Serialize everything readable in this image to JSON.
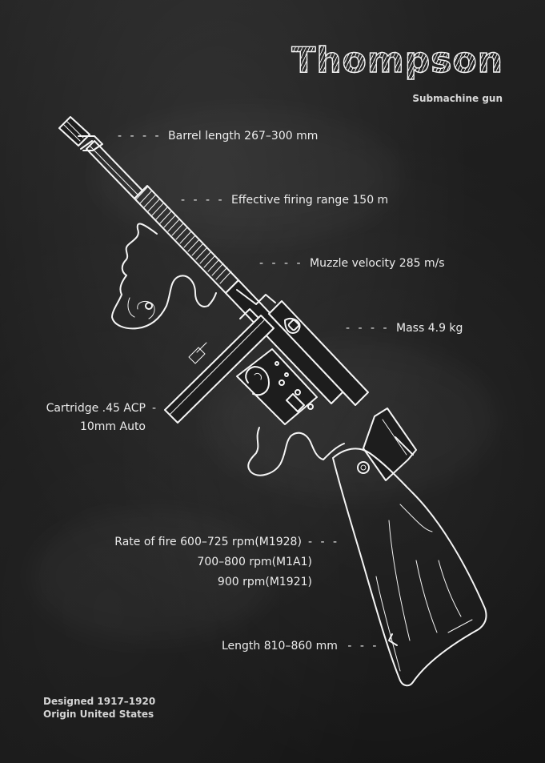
{
  "title": "Thompson",
  "subtitle": "Submachine gun",
  "specs": {
    "barrel_length": "Barrel length 267–300 mm",
    "effective_range": "Effective firing range 150 m",
    "muzzle_velocity": "Muzzle velocity 285 m/s",
    "mass": "Mass 4.9 kg",
    "cartridge_line1": "Cartridge .45 ACP",
    "cartridge_line2": "10mm Auto",
    "rate_line1": "Rate of fire 600–725 rpm(M1928)",
    "rate_line2": "700–800 rpm(M1A1)",
    "rate_line3": "900 rpm(M1921)",
    "length": "Length 810–860 mm"
  },
  "dash": "- - - -",
  "dash_short": "-",
  "dash_three": "- - -",
  "footer": {
    "designed": "Designed 1917–1920",
    "origin": "Origin United States"
  },
  "colors": {
    "background": "#1c1c1c",
    "chalk": "#f2f2f2"
  },
  "icons": [
    "thompson-gun-illustration"
  ]
}
